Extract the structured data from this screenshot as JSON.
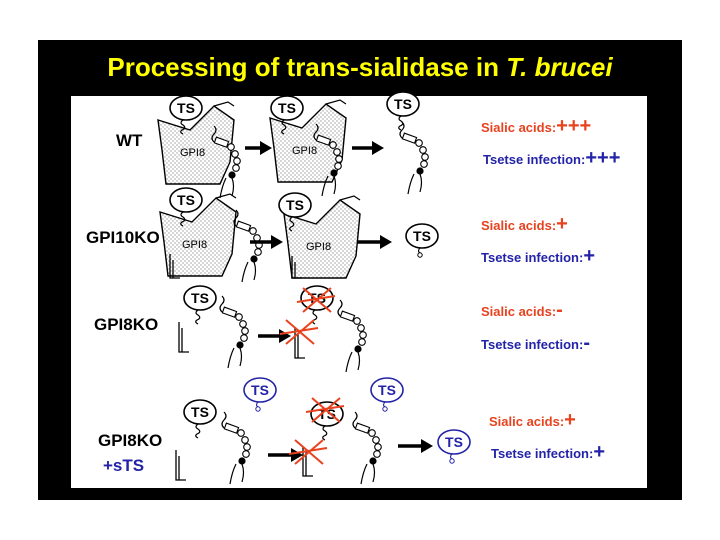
{
  "title": {
    "main": "Processing of trans-sialidase in ",
    "italic": "T. brucei"
  },
  "colors": {
    "title": "#ffff00",
    "frame": "#000000",
    "red": "#e8421e",
    "blue": "#2323a8",
    "stipple": "#c8c8c8"
  },
  "ts_label": "TS",
  "gpi8_label": "GPI8",
  "sialic_prefix": "Sialic acids:",
  "tsetse_prefix": "Tsetse infection:",
  "rows": [
    {
      "label": "WT",
      "label2": "",
      "sialic": "+++",
      "tsetse": "+++"
    },
    {
      "label": "GPI10KO",
      "label2": "",
      "sialic": "+",
      "tsetse": "+"
    },
    {
      "label": "GPI8KO",
      "label2": "",
      "sialic": "-",
      "tsetse": "-"
    },
    {
      "label": "GPI8KO",
      "label2": "+sTS",
      "sialic": "+",
      "tsetse": "+"
    }
  ]
}
